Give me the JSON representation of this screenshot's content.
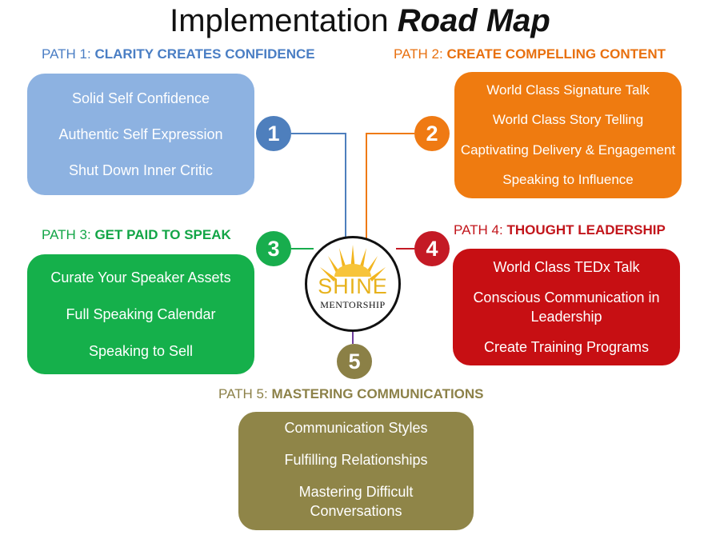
{
  "title": {
    "main": "Implementation",
    "emphasis": "Road Map"
  },
  "logo": {
    "word": "SHINE",
    "sub": "MENTORSHIP"
  },
  "colors": {
    "path1": "#8db2e1",
    "path1_label": "#4a7ec4",
    "path1_badge": "#4e7fbd",
    "path2": "#ef7b10",
    "path2_label": "#e8700f",
    "path2_badge": "#ef7a13",
    "path3": "#15b04b",
    "path3_label": "#12a546",
    "path3_badge": "#18ad4d",
    "path4": "#c70f13",
    "path4_label": "#c2151b",
    "path4_badge": "#c41a25",
    "path5": "#8f8548",
    "path5_label": "#8c8148",
    "path5_badge": "#8b8046",
    "line5": "#6f3e9c"
  },
  "paths": [
    {
      "prefix": "PATH 1: ",
      "name": "CLARITY CREATES CONFIDENCE",
      "number": "1",
      "items": [
        "Solid Self Confidence",
        "Authentic Self Expression",
        "Shut Down Inner Critic"
      ]
    },
    {
      "prefix": "PATH 2: ",
      "name": "CREATE COMPELLING CONTENT",
      "number": "2",
      "items": [
        "World Class Signature Talk",
        "World Class Story Telling",
        "Captivating Delivery & Engagement",
        "Speaking to Influence"
      ]
    },
    {
      "prefix": "PATH 3: ",
      "name": "GET PAID TO SPEAK",
      "number": "3",
      "items": [
        "Curate Your Speaker Assets",
        "Full Speaking Calendar",
        "Speaking to Sell"
      ]
    },
    {
      "prefix": "PATH 4: ",
      "name": "THOUGHT LEADERSHIP",
      "number": "4",
      "items": [
        "World Class TEDx Talk",
        "Conscious Communication in Leadership",
        "Create Training Programs"
      ]
    },
    {
      "prefix": "PATH 5: ",
      "name": "MASTERING COMMUNICATIONS",
      "number": "5",
      "items": [
        "Communication Styles",
        "Fulfilling Relationships",
        "Mastering  Difficult Conversations"
      ]
    }
  ]
}
